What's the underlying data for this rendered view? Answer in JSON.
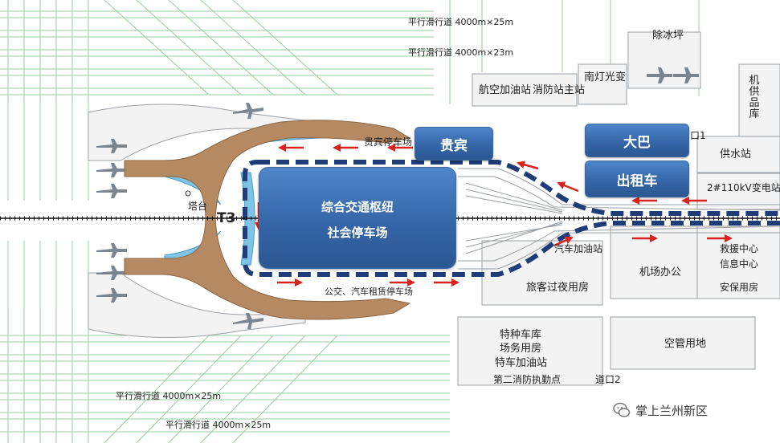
{
  "labels": {
    "taxiway_top_1": "平行滑行道 4000m×25m",
    "taxiway_top_2": "平行滑行道 4000m×23m",
    "deicing_apron": "除冰坪",
    "aviation_fuel": "航空加油站",
    "fire_main": "消防站主站",
    "south_light": "南灯光变",
    "airport_warehouse": "机供品库",
    "vip_parking": "贵宾停车场",
    "gate1": "口1",
    "water_supply": "供水站",
    "substation": "2#110kV变电站",
    "tower": "塔台",
    "terminal": "T3",
    "car_fuel": "汽车加油站",
    "airport_office": "机场办公",
    "rescue_center_1": "救援中心",
    "rescue_center_2": "信息中心",
    "security_housing": "安保用房",
    "bus_taxi_parking": "公交、汽车租赁停车场",
    "overnight_housing": "旅客过夜用房",
    "special_garage_1": "特种车库",
    "special_garage_2": "场务用房",
    "special_garage_3": "特车加油站",
    "fire_second": "第二消防执勤点",
    "gate2": "道口2",
    "atc_land": "空管用地",
    "taxiway_bottom_1": "平行滑行道 4000m×25m",
    "taxiway_bottom_2": "平行滑行道 4000m×25m"
  },
  "zones": {
    "vip": "贵宾",
    "bus": "大巴",
    "taxi": "出租车",
    "hub_line1": "综合交通枢纽",
    "hub_line2": "社会停车场"
  },
  "watermark": "掌上兰州新区",
  "colors": {
    "terminal": "#b58a62",
    "water": "#7fc4e6",
    "zone_blue": "#3566a8",
    "arrow_red": "#d9231e",
    "route_dash": "#1e3c78",
    "grid_green": "#7ec287"
  }
}
